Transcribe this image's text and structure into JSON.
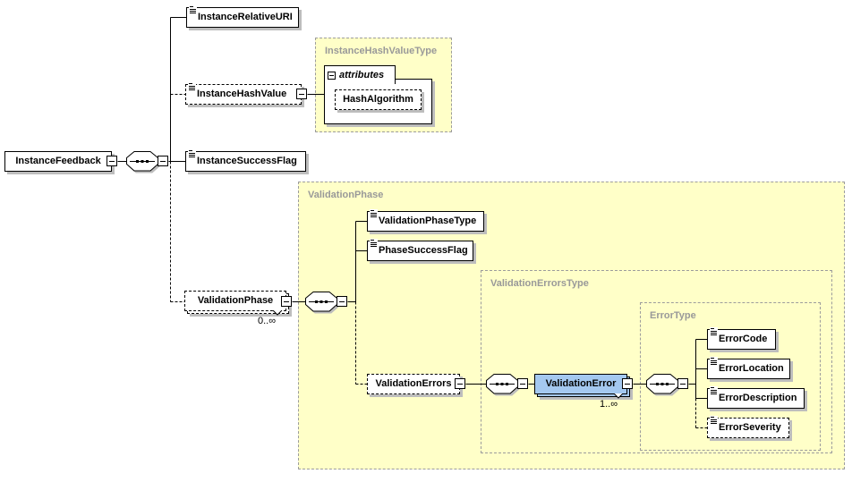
{
  "diagram": {
    "labels": {
      "instanceFeedback": "InstanceFeedback",
      "instanceRelativeURI": "InstanceRelativeURI",
      "instanceHashValue": "InstanceHashValue",
      "instanceSuccessFlag": "InstanceSuccessFlag",
      "validationPhase": "ValidationPhase",
      "validationPhaseType": "ValidationPhaseType",
      "phaseSuccessFlag": "PhaseSuccessFlag",
      "validationErrors": "ValidationErrors",
      "validationError": "ValidationError",
      "errorCode": "ErrorCode",
      "errorLocation": "ErrorLocation",
      "errorDescription": "ErrorDescription",
      "errorSeverity": "ErrorSeverity",
      "hashAlgorithm": "HashAlgorithm",
      "attributes": "attributes"
    },
    "containers": {
      "instanceHashValueType": "InstanceHashValueType",
      "validationPhase": "ValidationPhase",
      "validationErrorsType": "ValidationErrorsType",
      "errorType": "ErrorType"
    },
    "occurrence": {
      "validationPhase": "0..∞",
      "validationError": "1..∞"
    },
    "colors": {
      "containerFill": "#ffffc8",
      "containerBorder": "#9c9c9c",
      "containerTitle": "#999999",
      "boxFill": "#ffffff",
      "boxBorder": "#000000",
      "shadow": "#bdbdbd",
      "selectedFill": "#a4c8f0",
      "canvasBg": "#ffffff",
      "line": "#000000"
    }
  }
}
